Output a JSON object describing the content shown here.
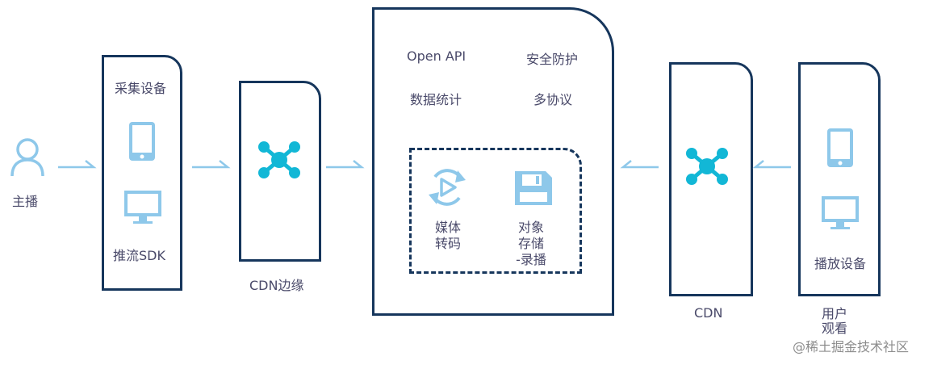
{
  "streamer": {
    "label": "主播",
    "icon": "user-icon"
  },
  "capture": {
    "top_label": "采集设备",
    "bottom_label": "推流SDK",
    "icons": [
      "phone-icon",
      "monitor-icon"
    ]
  },
  "cdn_edge": {
    "label": "CDN边缘",
    "icon": "network-hub-icon"
  },
  "platform": {
    "features": [
      "Open API",
      "安全防护",
      "数据统计",
      "多协议"
    ],
    "transcode": {
      "label_line1": "媒体",
      "label_line2": "转码",
      "icon": "refresh-play-icon"
    },
    "storage": {
      "label_line1": "对象",
      "label_line2": "存储",
      "label_line3": "-录播",
      "icon": "floppy-disk-icon"
    }
  },
  "cdn": {
    "label": "CDN",
    "icon": "network-hub-icon"
  },
  "playback": {
    "bottom_label": "播放设备",
    "icons": [
      "phone-icon",
      "monitor-icon"
    ]
  },
  "viewer": {
    "label_line1": "用户",
    "label_line2": "观看"
  },
  "watermark": "@稀土掘金技术社区",
  "colors": {
    "border": "#16365c",
    "icon_light": "#8ec8ea",
    "hub": "#12b7d6",
    "text": "#4a4a6a"
  }
}
